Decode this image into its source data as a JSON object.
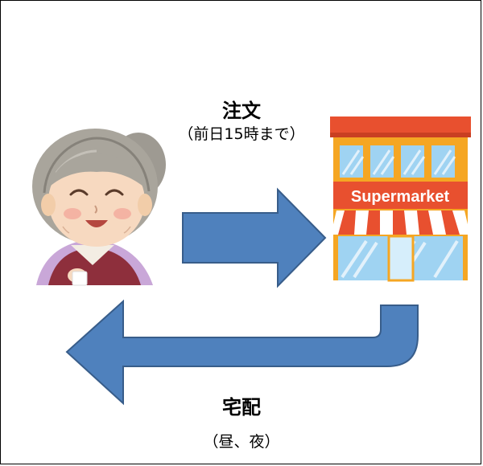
{
  "order": {
    "label": "注文",
    "note": "（前日15時まで）"
  },
  "delivery": {
    "label": "宅配",
    "note": "（昼、夜）"
  },
  "store": {
    "sign": "Supermarket"
  },
  "colors": {
    "arrow_fill": "#4f81bd",
    "arrow_stroke": "#385d8a",
    "store_roof": "#e8502f",
    "store_wall": "#f5a623",
    "glass": "#9fd3f2"
  },
  "icons": {
    "customer": "elderly-woman-icon",
    "store": "supermarket-building-icon"
  }
}
